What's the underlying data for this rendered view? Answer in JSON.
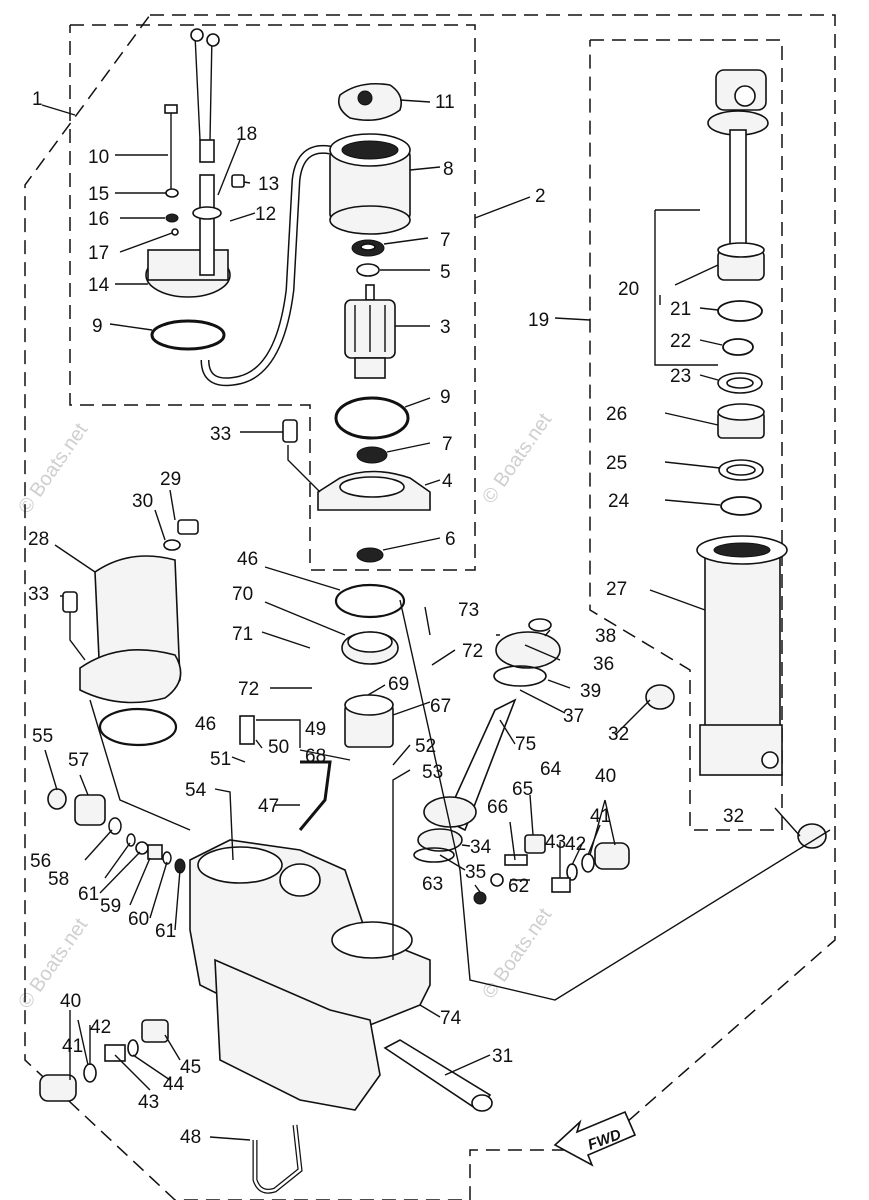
{
  "watermark": "© Boats.net",
  "fwd_label": "FWD",
  "labels": {
    "l1": "1",
    "l2": "2",
    "l3": "3",
    "l4": "4",
    "l5": "5",
    "l6": "6",
    "l7a": "7",
    "l7b": "7",
    "l8": "8",
    "l9a": "9",
    "l9b": "9",
    "l10": "10",
    "l11": "11",
    "l12": "12",
    "l13": "13",
    "l14": "14",
    "l15": "15",
    "l16": "16",
    "l17": "17",
    "l18": "18",
    "l19": "19",
    "l20": "20",
    "l21": "21",
    "l22": "22",
    "l23": "23",
    "l24": "24",
    "l25": "25",
    "l26": "26",
    "l27": "27",
    "l28": "28",
    "l29": "29",
    "l30": "30",
    "l31": "31",
    "l32a": "32",
    "l32b": "32",
    "l33a": "33",
    "l33b": "33",
    "l34": "34",
    "l35": "35",
    "l36": "36",
    "l37": "37",
    "l38": "38",
    "l39": "39",
    "l40a": "40",
    "l40b": "40",
    "l41a": "41",
    "l41b": "41",
    "l42a": "42",
    "l42b": "42",
    "l43a": "43",
    "l43b": "43",
    "l44": "44",
    "l45": "45",
    "l46a": "46",
    "l46b": "46",
    "l47": "47",
    "l48": "48",
    "l49": "49",
    "l50": "50",
    "l51": "51",
    "l52": "52",
    "l53": "53",
    "l54": "54",
    "l55": "55",
    "l56": "56",
    "l57": "57",
    "l58": "58",
    "l59": "59",
    "l60": "60",
    "l61a": "61",
    "l61b": "61",
    "l62": "62",
    "l63": "63",
    "l64": "64",
    "l65": "65",
    "l66": "66",
    "l67": "67",
    "l68": "68",
    "l69": "69",
    "l70": "70",
    "l71": "71",
    "l72a": "72",
    "l72b": "72",
    "l73": "73",
    "l74": "74",
    "l75": "75"
  }
}
